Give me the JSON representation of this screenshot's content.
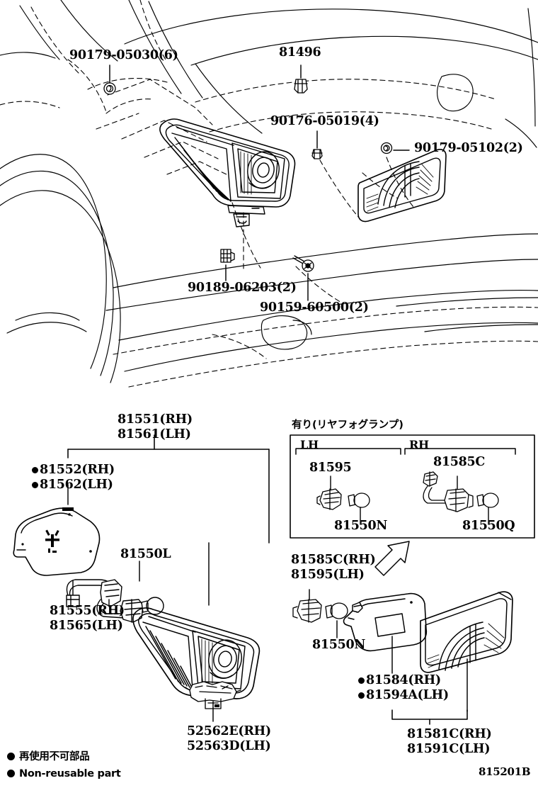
{
  "diagram": {
    "id_code": "815201B",
    "title_note": "Toyota rear combination lamp exploded parts diagram"
  },
  "top_view": {
    "labels": [
      {
        "key": "clip_90179_05030",
        "text": "90179-05030(6)"
      },
      {
        "key": "retainer_81496",
        "text": "81496"
      },
      {
        "key": "nut_90176_05019",
        "text": "90176-05019(4)"
      },
      {
        "key": "clip_90179_05102",
        "text": "90179-05102(2)"
      },
      {
        "key": "clip_90189_06203",
        "text": "90189-06203(2)"
      },
      {
        "key": "screw_90159_60500",
        "text": "90159-60500(2)"
      }
    ]
  },
  "bottom_view": {
    "outer_lamp": {
      "assembly": [
        "81551(RH)",
        "81561(LH)"
      ],
      "gasket": [
        "81552(RH)",
        "81562(LH)"
      ],
      "socket_bulb": "81550L",
      "cord": [
        "81555(RH)",
        "81565(LH)"
      ],
      "retainer": [
        "52562E(RH)",
        "52563D(LH)"
      ]
    },
    "fog_box": {
      "heading": "有り(リヤフォグランプ)",
      "lh_header": "LH",
      "rh_header": "RH",
      "lh_socket": "81595",
      "lh_bulb": "81550N",
      "rh_socket": "81585C",
      "rh_bulb": "81550Q"
    },
    "inner_lamp": {
      "socket": [
        "81585C(RH)",
        "81595(LH)"
      ],
      "bulb": "81550N",
      "gasket": [
        "81584(RH)",
        "81594A(LH)"
      ],
      "assembly": [
        "81581C(RH)",
        "81591C(LH)"
      ]
    }
  },
  "legend": {
    "japanese": "再使用不可部品",
    "english": "Non-reusable part"
  }
}
